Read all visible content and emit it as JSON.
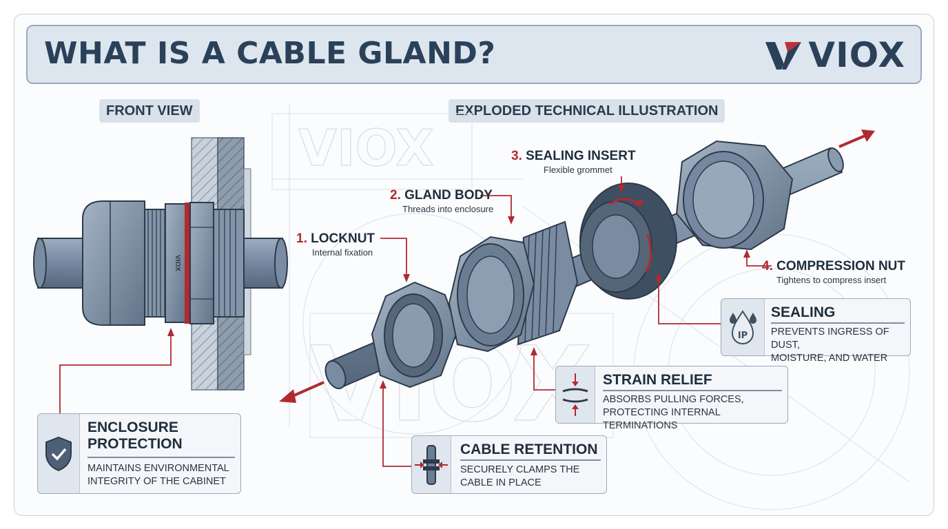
{
  "title": "WHAT IS A CABLE GLAND?",
  "logo": {
    "text": "VIOX",
    "accent_color": "#c0303a",
    "brand_color": "#2a4159"
  },
  "views": {
    "front": "FRONT VIEW",
    "exploded": "EXPLODED TECHNICAL ILLUSTRATION"
  },
  "front_mark": "VIOX",
  "watermarks": {
    "upper": "VIOX",
    "lower": "VIOX"
  },
  "parts": [
    {
      "num": "1.",
      "name": "LOCKNUT",
      "desc": "Internal fixation"
    },
    {
      "num": "2.",
      "name": "GLAND BODY",
      "desc": "Threads into enclosure"
    },
    {
      "num": "3.",
      "name": "SEALING INSERT",
      "desc": "Flexible grommet"
    },
    {
      "num": "4.",
      "name": "COMPRESSION NUT",
      "desc": "Tightens to compress insert"
    }
  ],
  "features": {
    "sealing": {
      "icon": "ip-droplet-icon",
      "icon_text": "IP",
      "title": "SEALING",
      "body_line1": "PREVENTS INGRESS OF DUST,",
      "body_line2": "MOISTURE, AND WATER"
    },
    "strain_relief": {
      "icon": "strain-relief-icon",
      "title": "STRAIN RELIEF",
      "body_line1": "ABSORBS PULLING FORCES,",
      "body_line2": "PROTECTING INTERNAL TERMINATIONS"
    },
    "cable_retention": {
      "icon": "cable-clamp-icon",
      "title": "CABLE RETENTION",
      "body_line1": "SECURELY CLAMPS THE",
      "body_line2": "CABLE IN PLACE"
    },
    "enclosure_protection": {
      "icon": "shield-check-icon",
      "title_line1": "ENCLOSURE",
      "title_line2": "PROTECTION",
      "body_line1": "MAINTAINS ENVIRONMENTAL",
      "body_line2": "INTEGRITY OF THE CABINET"
    }
  },
  "colors": {
    "accent_red": "#b02a30",
    "part_fill": "#7f93a9",
    "part_dark": "#3e4f62",
    "outline": "#2c3a4a"
  }
}
